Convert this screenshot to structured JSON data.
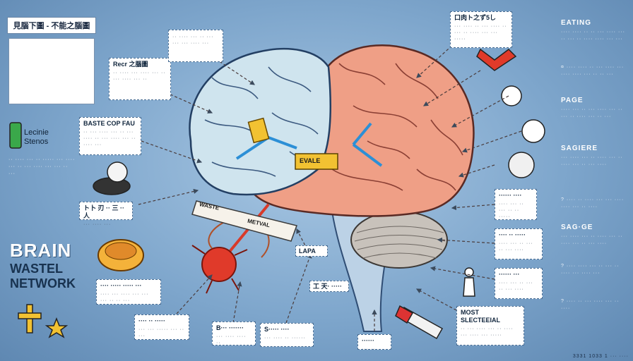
{
  "header": {
    "title": "見腦下圖 - 不能之腦圖"
  },
  "brand": {
    "line1": "Lecinie",
    "line2": "Stenos"
  },
  "main_title": {
    "line1": "BRAIN",
    "line2": "WASTEL",
    "line3": "NETWORK"
  },
  "brain_labels": {
    "center_sign": "EVALE",
    "waste_ribbon_1": "WASTE",
    "waste_ribbon_2": "METVAL"
  },
  "labels": [
    {
      "id": "recr",
      "title": "Recr 之腦圖",
      "body": "·· ···· ··· ···· ··· ·· ··· ···· ··· ··"
    },
    {
      "id": "top-center",
      "title": "",
      "body": "·· ···· ··· ·· ··· ··· ··· ···· ···"
    },
    {
      "id": "top-right",
      "title": "口肉ト之ず5し",
      "body": "··· ···· ·· ··· ···· ·· ··· ·· ···· ··· ··· ·····"
    },
    {
      "id": "baste",
      "title": "BASTE COP FAU",
      "body": "·· ··· ···· ··· ·· ··· ···· ·· ··· ···· ··· ·· ···· ···"
    },
    {
      "id": "left-mid",
      "title": "ト卜 刃 ·· 三 ·· 人",
      "body": "··· ···· ···"
    },
    {
      "id": "left-bottom",
      "title": "···· ····· ····· ···",
      "body": "···· ··· ···· ··· ··· ··· ·· ·· ···"
    },
    {
      "id": "bottom-1",
      "title": "···· ·· ·····",
      "body": "··· ··· ····· ··· ·· ···"
    },
    {
      "id": "bottom-2",
      "title": "B··· ·······",
      "body": "··· ···· ···· ··"
    },
    {
      "id": "bottom-3",
      "title": "S····· ····",
      "body": "··· ···· ·· ······"
    },
    {
      "id": "bottom-center",
      "title": "······",
      "body": "··· ··"
    },
    {
      "id": "lapa",
      "title": "LAPA",
      "body": ""
    },
    {
      "id": "mid-small",
      "title": "工 天· ·····",
      "body": ""
    },
    {
      "id": "right-1",
      "title": "······ ····",
      "body": "···· ··· ·· ··· ·· ·· ·····"
    },
    {
      "id": "right-2",
      "title": "···· ·· ·····",
      "body": "···· ··· ·· ··· ·· ··· ····"
    },
    {
      "id": "right-3",
      "title": "······ ···",
      "body": "···· ··· ·· ··· ·· ··· ····"
    },
    {
      "id": "most",
      "title": "MOST SLECTEEIAL",
      "body": "·· ··· ···· ··· ·· ···· ··· ···· ··· ·····"
    }
  ],
  "right_column": [
    {
      "heading": "EATING",
      "text": "···· ···· ·· ·· ··· ···· ··· ·· ··· ·· ···· ···· ··· ···"
    },
    {
      "heading": "",
      "text": "¤ ···· ···· ·· ··· ···· ··· ···· ···· ··· ·· ·· ···"
    },
    {
      "heading": "PAGE",
      "text": "···· ··· ·· ··· ···· ··· ·· ··· ·· ···· ··· ·· ···"
    },
    {
      "heading": "SAGIERE",
      "text": "··· ···· ··· ·· ···· ··· ·· ···· ··· ·· ··· ····"
    },
    {
      "heading": "",
      "text": "? ···· ·· ···· ··· ··· ···· ···· ··· ·· ····"
    },
    {
      "heading": "SAG·GE",
      "text": "··· ···· ··· ·· ···· ··· ·· ···· ··· ·· ··· ····"
    },
    {
      "heading": "",
      "text": "? ···· ···· ··· ·· ··· ·· ···· ··· ···· ···"
    },
    {
      "heading": "",
      "text": "? ···· ·· ··· ···· ··· ·· ····"
    }
  ],
  "left_column_text": "·· ···· ··· ·· ····· ··· ···· ··· ·· ··· ···· ··· ··· ·· ···",
  "footer": "3331 1033 1 ··· ····",
  "colors": {
    "brain_left": "#cfe4ee",
    "brain_right": "#f0a28a",
    "cerebellum": "#b9b3ae",
    "background": "#7ea6cc",
    "neuron": "#e03a2a"
  }
}
